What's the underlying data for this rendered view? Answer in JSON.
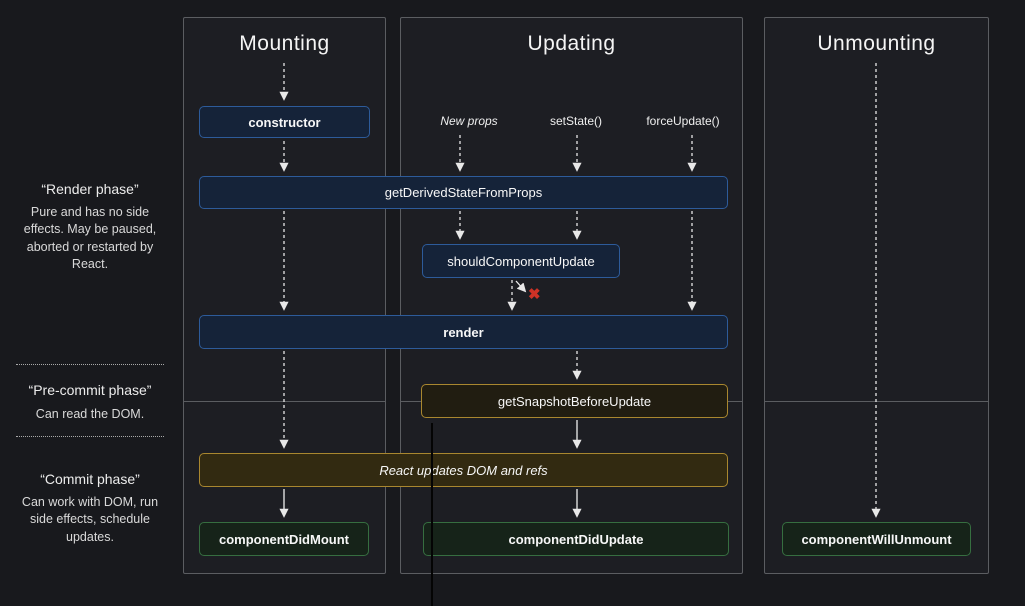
{
  "sidebar": {
    "phases": [
      {
        "title": "“Render phase”",
        "desc": "Pure and has no side effects. May be paused, aborted or restarted by React."
      },
      {
        "title": "“Pre-commit phase”",
        "desc": "Can read the DOM."
      },
      {
        "title": "“Commit phase”",
        "desc": "Can work with DOM, run side effects, schedule updates."
      }
    ]
  },
  "columns": {
    "mounting": "Mounting",
    "updating": "Updating",
    "unmounting": "Unmounting"
  },
  "triggers": {
    "new_props": "New props",
    "set_state": "setState()",
    "force_update": "forceUpdate()"
  },
  "methods": {
    "constructor": "constructor",
    "get_derived_state_from_props": "getDerivedStateFromProps",
    "should_component_update": "shouldComponentUpdate",
    "render": "render",
    "get_snapshot_before_update": "getSnapshotBeforeUpdate",
    "react_updates_dom": "React updates DOM and refs",
    "component_did_mount": "componentDidMount",
    "component_did_update": "componentDidUpdate",
    "component_will_unmount": "componentWillUnmount"
  },
  "icons": {
    "cancel_x": "✖"
  },
  "colors": {
    "blue_border": "#2d5b9a",
    "gold_border": "#a9872f",
    "green_border": "#366e40",
    "cancel_red": "#cd3226",
    "panel_border": "#5b5d61",
    "background": "#18191d"
  }
}
